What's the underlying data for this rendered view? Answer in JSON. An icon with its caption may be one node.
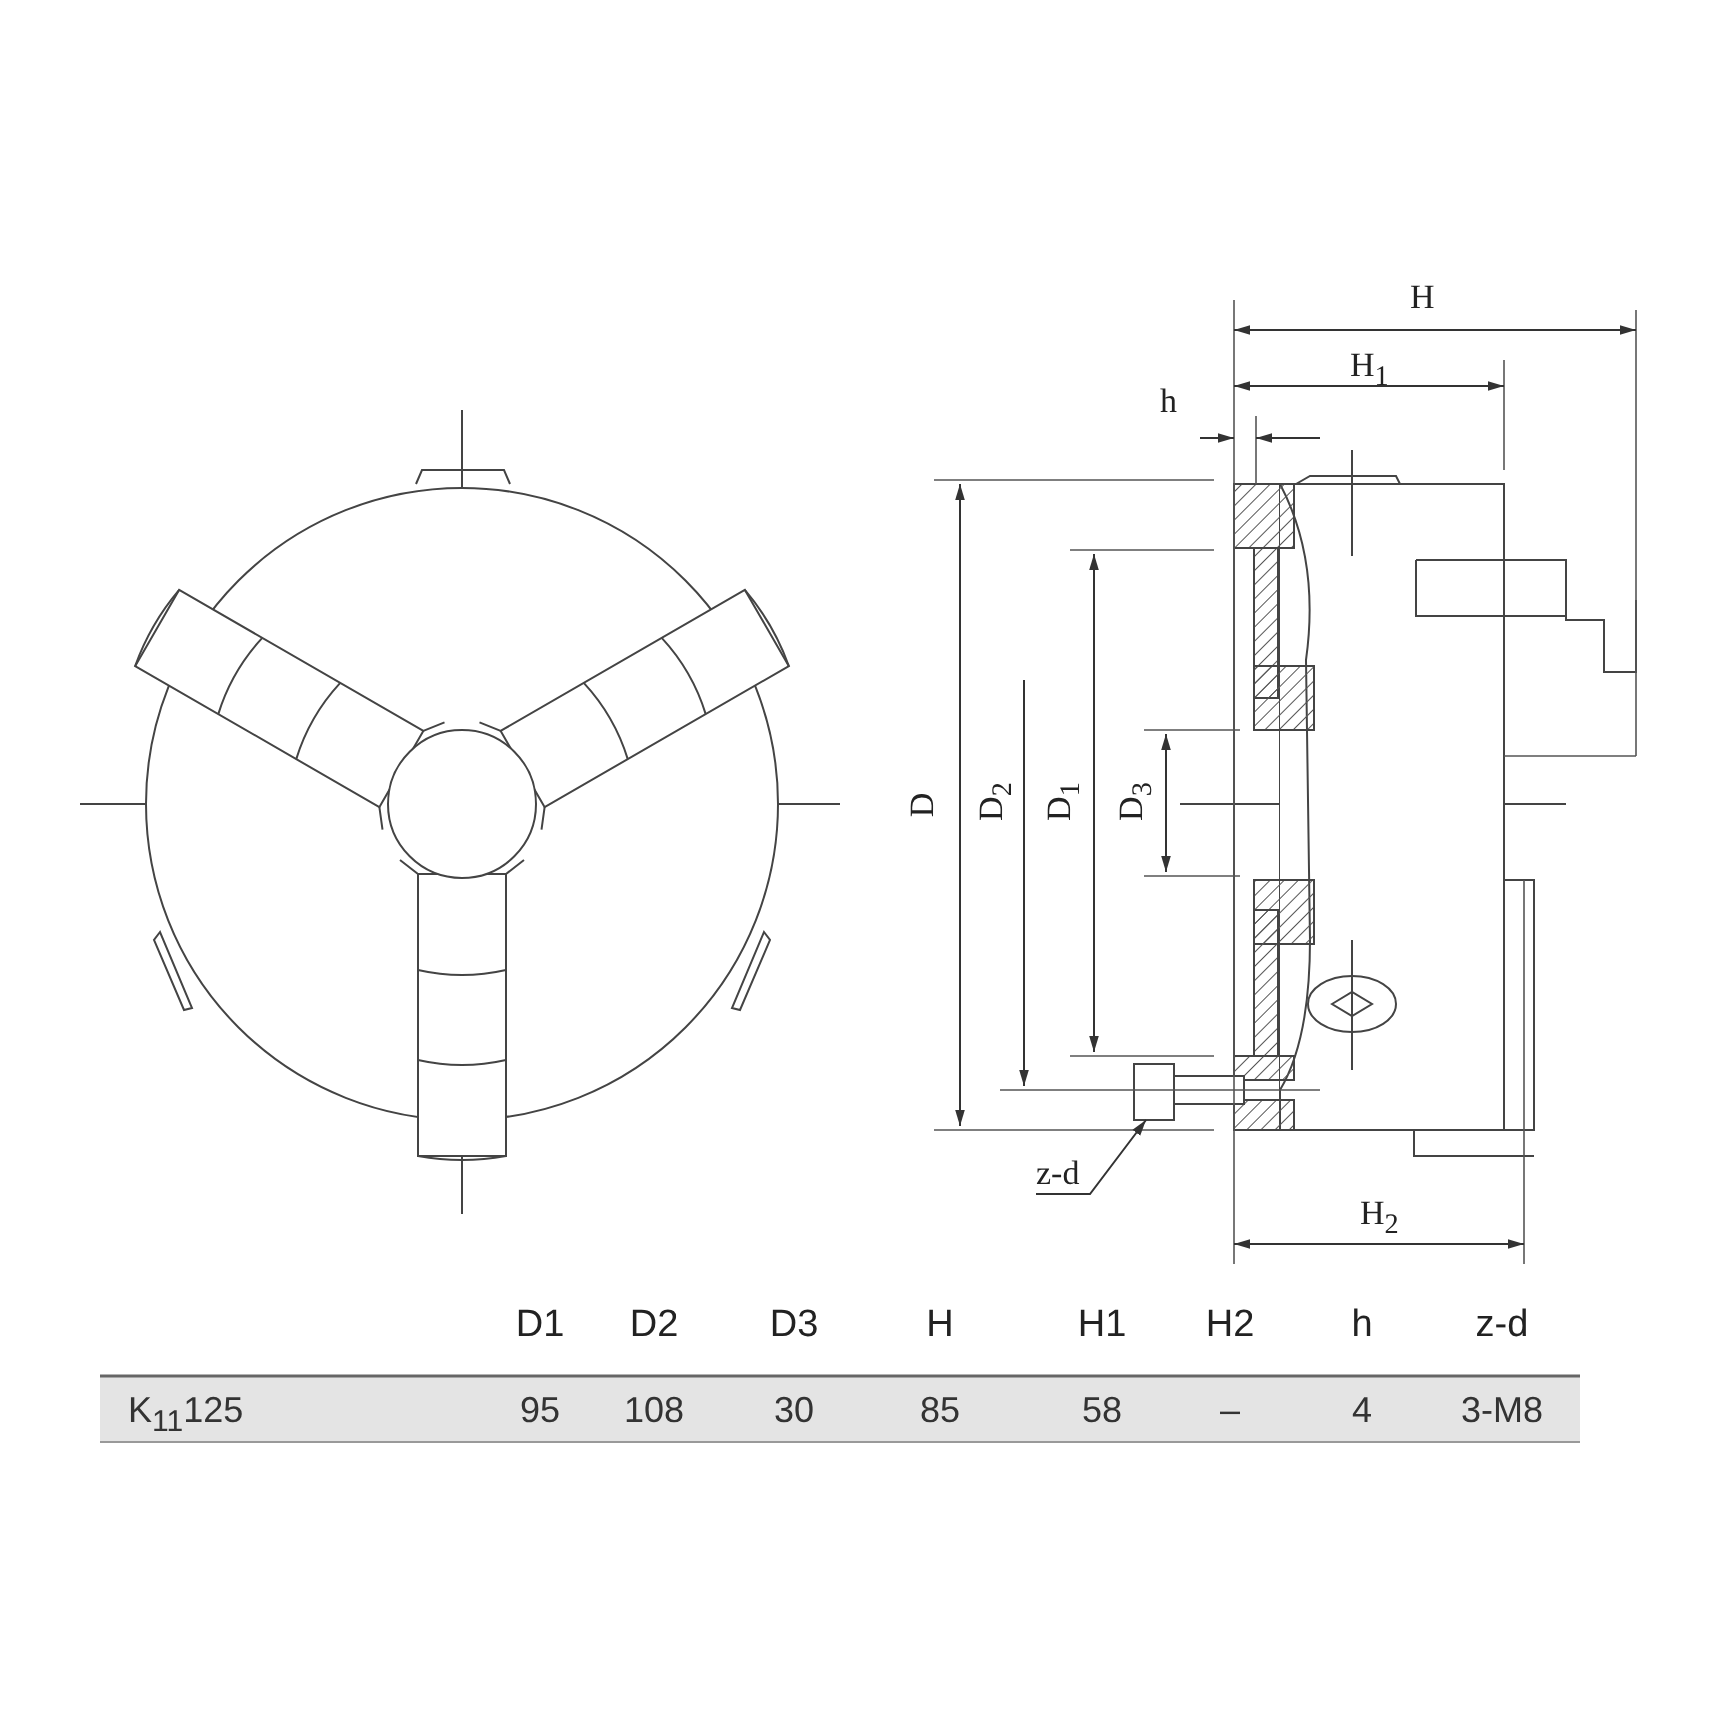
{
  "diagram": {
    "nodes": [
      {
        "text": [
          "z-d"
        ]
      },
      {
        "text": [],
        "shape": "picture"
      }
    ],
    "edges": [
      {
        "from": 0,
        "to": 1,
        "arrow": "to"
      }
    ],
    "labels": [
      "H",
      "H$_{1}$",
      "h",
      "D",
      "D$_{2}$",
      "D$_{1}$",
      "D$_{3}$",
      "H$_{2}$",
      "D1",
      "D2",
      "D3",
      "H",
      "H1",
      "H2",
      "h",
      "z-d",
      "K$_{11}$125",
      "95",
      "108",
      "30",
      "85",
      "58",
      "–",
      "4",
      "3-M8"
    ]
  }
}
